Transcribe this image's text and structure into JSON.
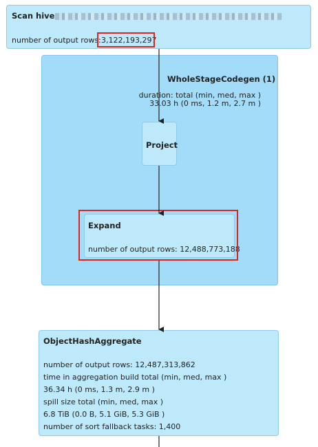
{
  "scan_node": {
    "title": "Scan hive",
    "rows_label": "number of output rows: ",
    "rows_value": "3,122,193,297"
  },
  "codegen_cluster": {
    "title": "WholeStageCodegen (1)",
    "duration_label": "duration: total (min, med, max )",
    "duration_value": "33.03 h (0 ms, 1.2 m, 2.7 m )"
  },
  "project_node": {
    "title": "Project"
  },
  "expand_node": {
    "title": "Expand",
    "rows": "number of output rows: 12,488,773,188"
  },
  "aggregate_node": {
    "title": "ObjectHashAggregate",
    "lines": [
      "number of output rows: 12,487,313,862",
      "time in aggregation build total (min, med, max )",
      "36.34 h (0 ms, 1.3 m, 2.9 m )",
      "spill size total (min, med, max )",
      "6.8 TiB (0.0 B, 5.1 GiB, 5.3 GiB )",
      "number of sort fallback tasks: 1,400"
    ]
  },
  "colors": {
    "node_fill": "#bde9fb",
    "cluster_fill": "#a3dcf8",
    "highlight": "#e02424"
  }
}
